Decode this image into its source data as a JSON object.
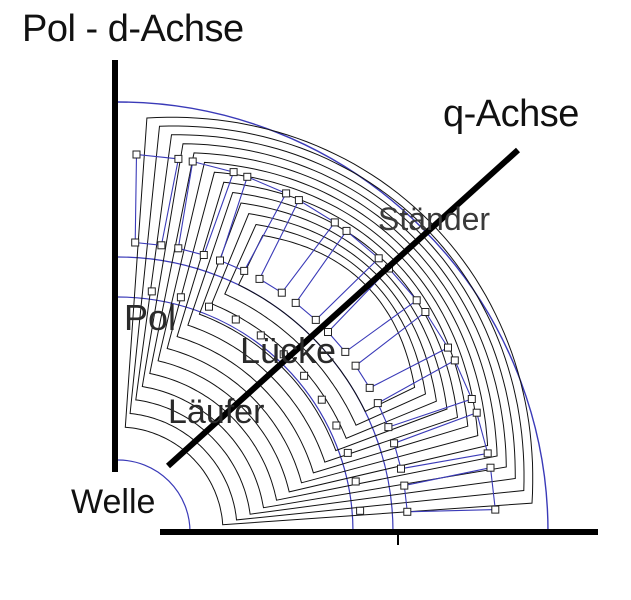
{
  "labels": {
    "d_axis": "Pol - d-Achse",
    "q_axis": "q-Achse",
    "stator": "Ständer",
    "pole": "Pol",
    "gap": "Lücke",
    "rotor": "Läufer",
    "shaft": "Welle"
  },
  "colors": {
    "axes": "#000000",
    "field_lines": "#111111",
    "boundaries": "#3a3ab8",
    "node_fill": "#ffffff"
  }
}
